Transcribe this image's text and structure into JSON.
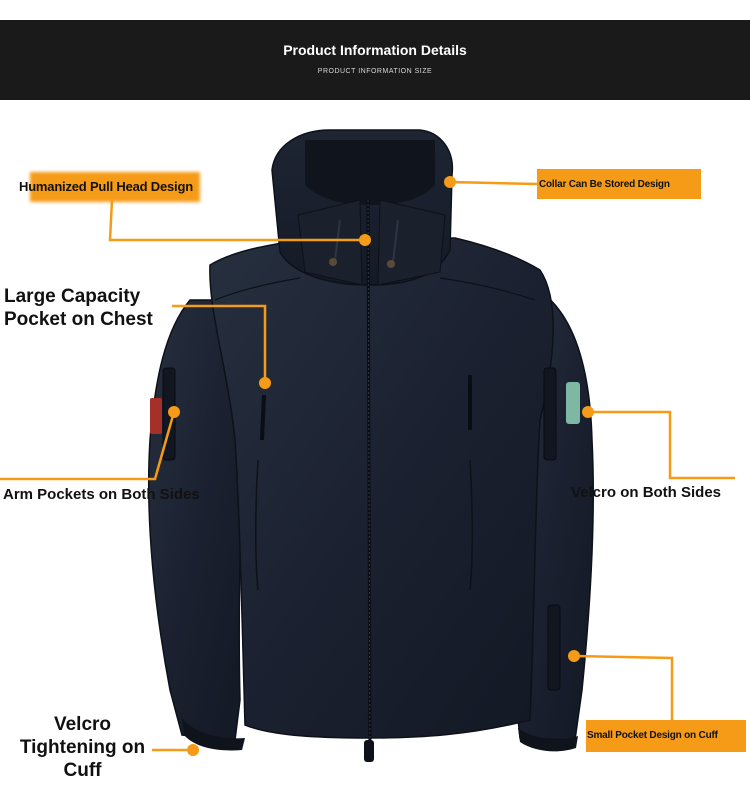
{
  "header": {
    "title": "Product Information Details",
    "subtitle": "PRODUCT INFORMATION SIZE"
  },
  "callouts": {
    "pull_head": "Humanized Pull Head Design",
    "collar": "Collar Can Be Stored Design",
    "chest_pocket_line1": "Large Capacity",
    "chest_pocket_line2": "Pocket on Chest",
    "arm_pockets": "Arm Pockets on Both Sides",
    "velcro_sides": "Velcro on Both Sides",
    "velcro_cuff_line1": "Velcro",
    "velcro_cuff_line2": "Tightening on",
    "velcro_cuff_line3": "Cuff",
    "small_pocket": "Small Pocket Design on Cuff"
  },
  "colors": {
    "header_bg": "#1a1a1a",
    "accent": "#f59b17",
    "jacket": "#1c2230"
  }
}
